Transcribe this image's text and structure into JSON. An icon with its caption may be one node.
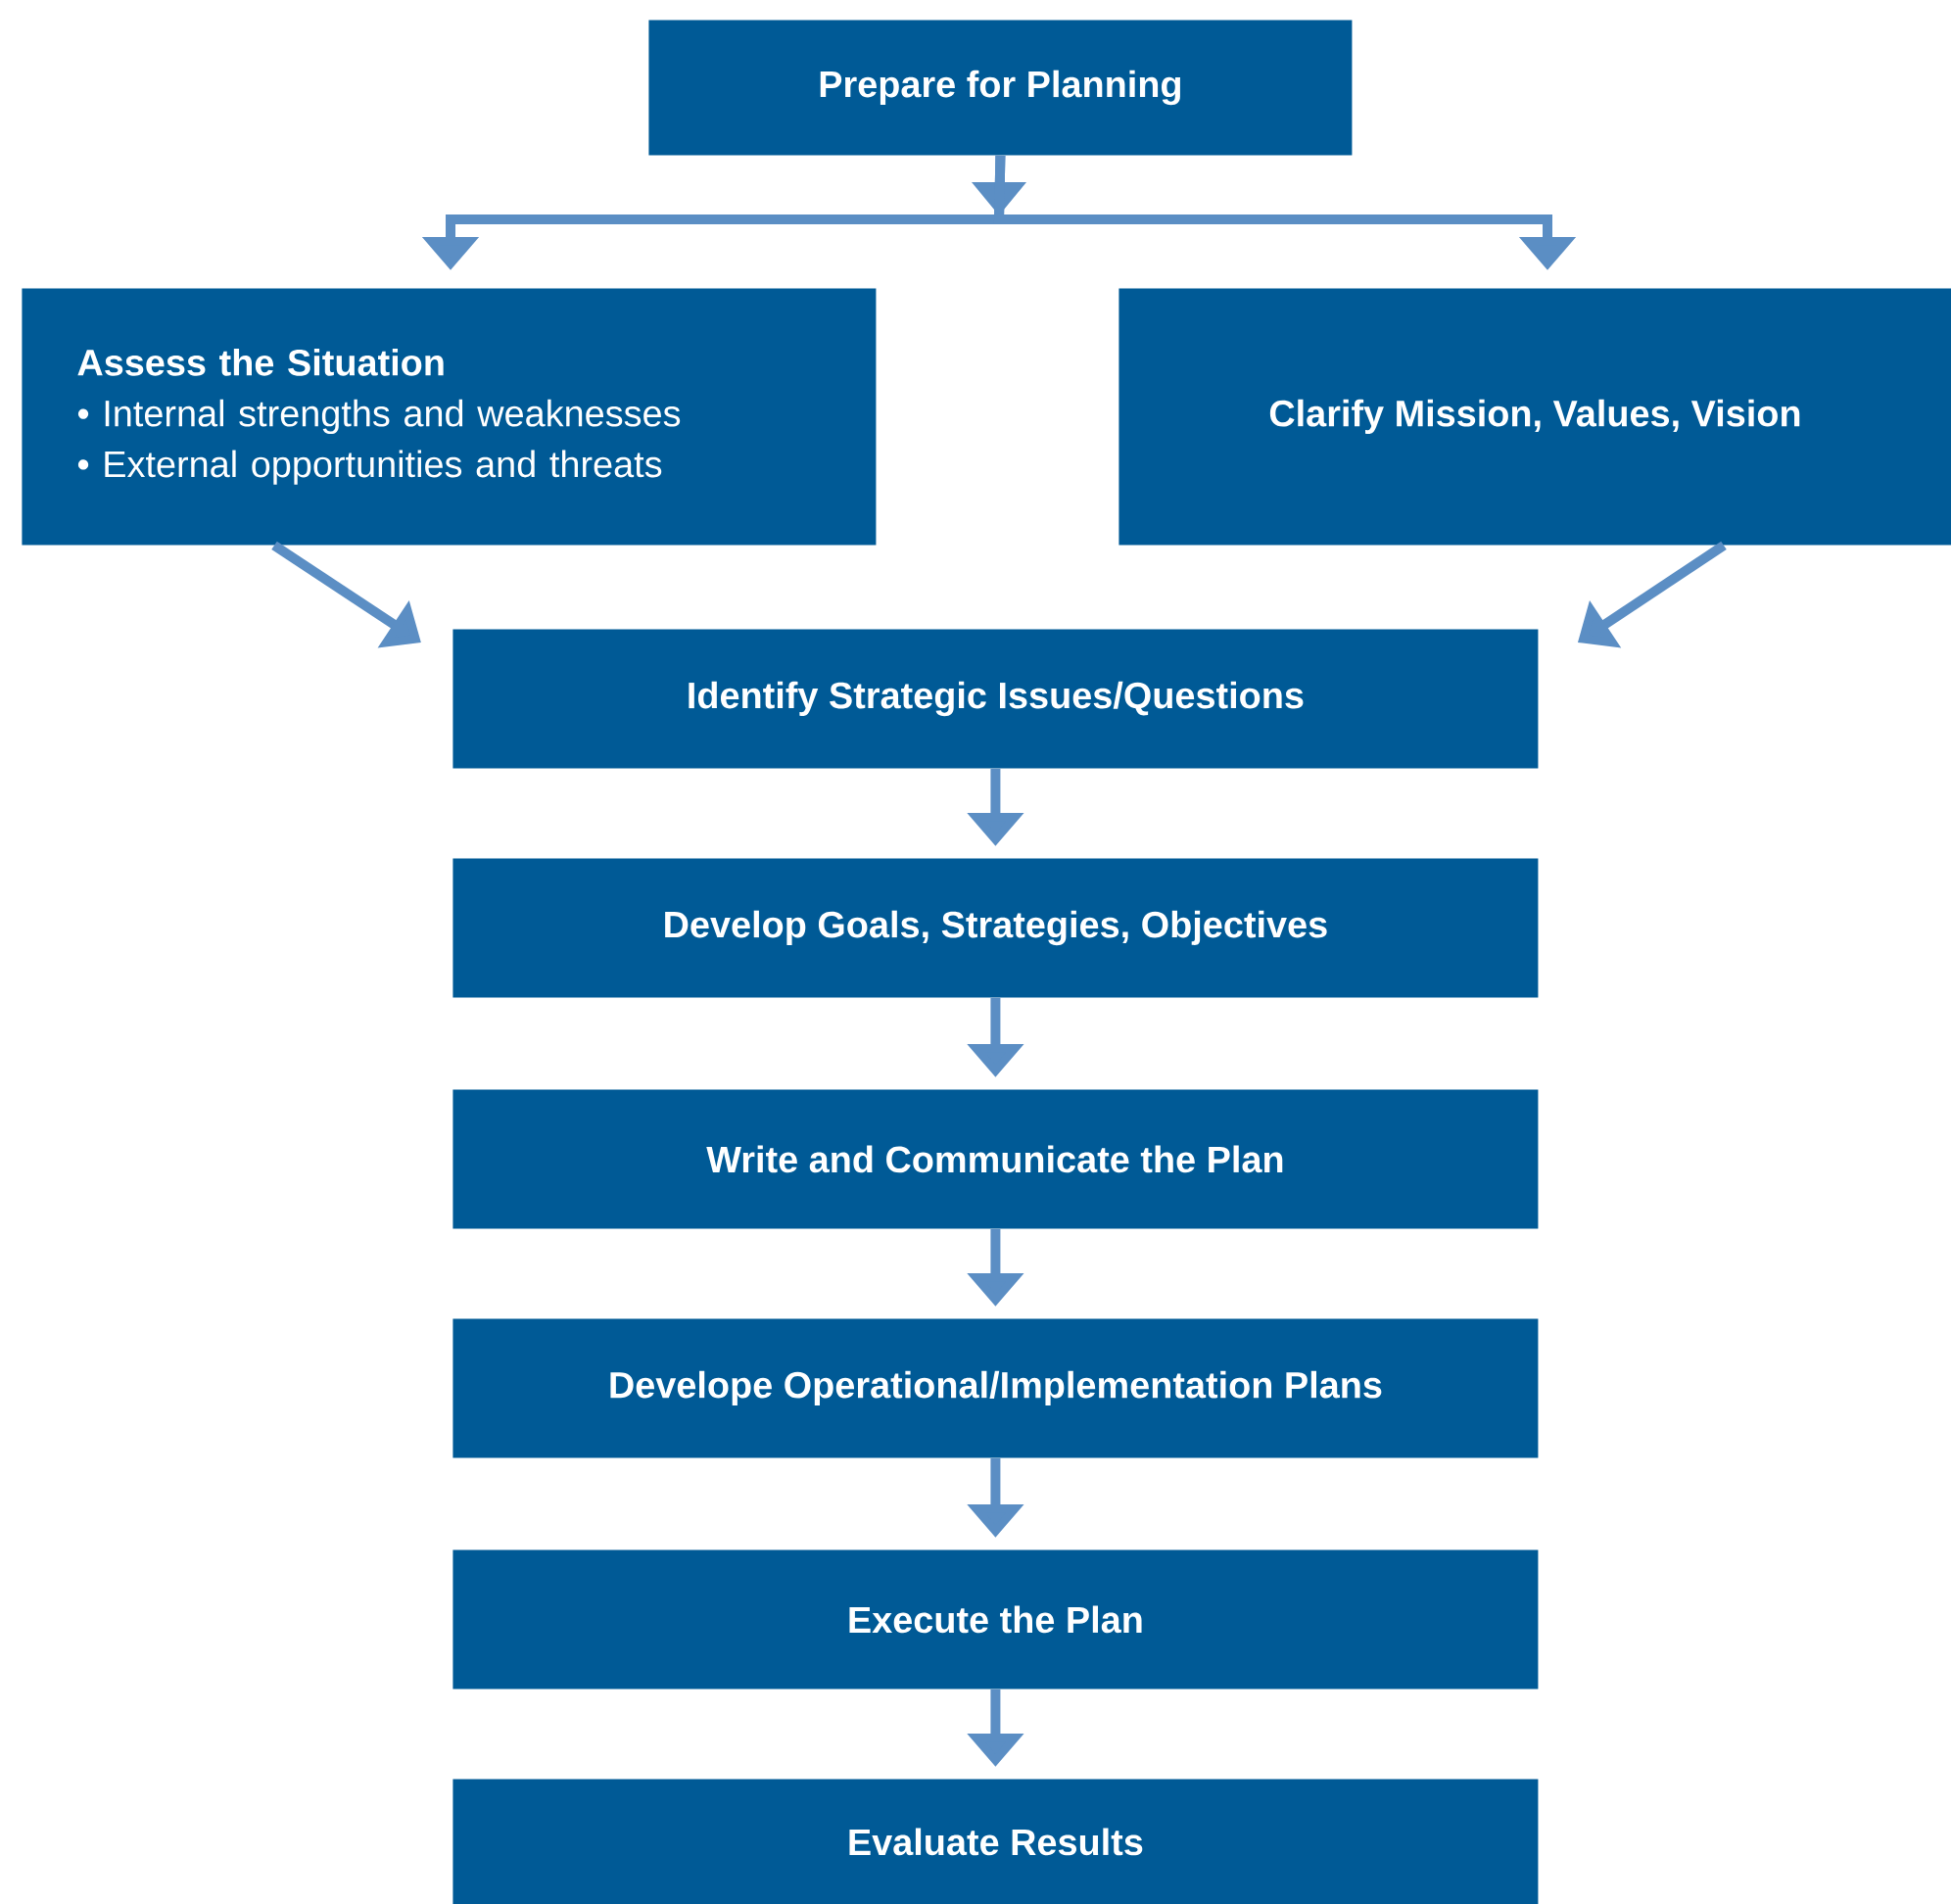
{
  "diagram": {
    "nodes": [
      {
        "text": [
          "Prepare for Planning"
        ]
      },
      {
        "text": [
          "Assess the Situation",
          "• Internal strengths and weaknesses",
          "• External opportunities and threats"
        ]
      },
      {
        "text": [
          "Clarify Mission, Values, Vision"
        ]
      },
      {
        "text": [
          "Identify Strategic Issues/Questions"
        ]
      },
      {
        "text": [
          "Develop Goals, Strategies, Objectives"
        ]
      },
      {
        "text": [
          "Write and Communicate the Plan"
        ]
      },
      {
        "text": [
          "Develope Operational/Implementation Plans"
        ]
      },
      {
        "text": [
          "Execute the Plan"
        ]
      },
      {
        "text": [
          "Evaluate Results"
        ]
      }
    ],
    "edges": [
      {
        "from": 0,
        "to": 1,
        "arrow": "to"
      },
      {
        "from": 0,
        "to": 2,
        "arrow": "to"
      },
      {
        "from": 1,
        "to": 3,
        "arrow": "to"
      },
      {
        "from": 2,
        "to": 3,
        "arrow": "to"
      },
      {
        "from": 3,
        "to": 4,
        "arrow": "to"
      },
      {
        "from": 4,
        "to": 5,
        "arrow": "to"
      },
      {
        "from": 5,
        "to": 6,
        "arrow": "to"
      },
      {
        "from": 6,
        "to": 7,
        "arrow": "to"
      },
      {
        "from": 7,
        "to": 8,
        "arrow": "to"
      }
    ]
  }
}
